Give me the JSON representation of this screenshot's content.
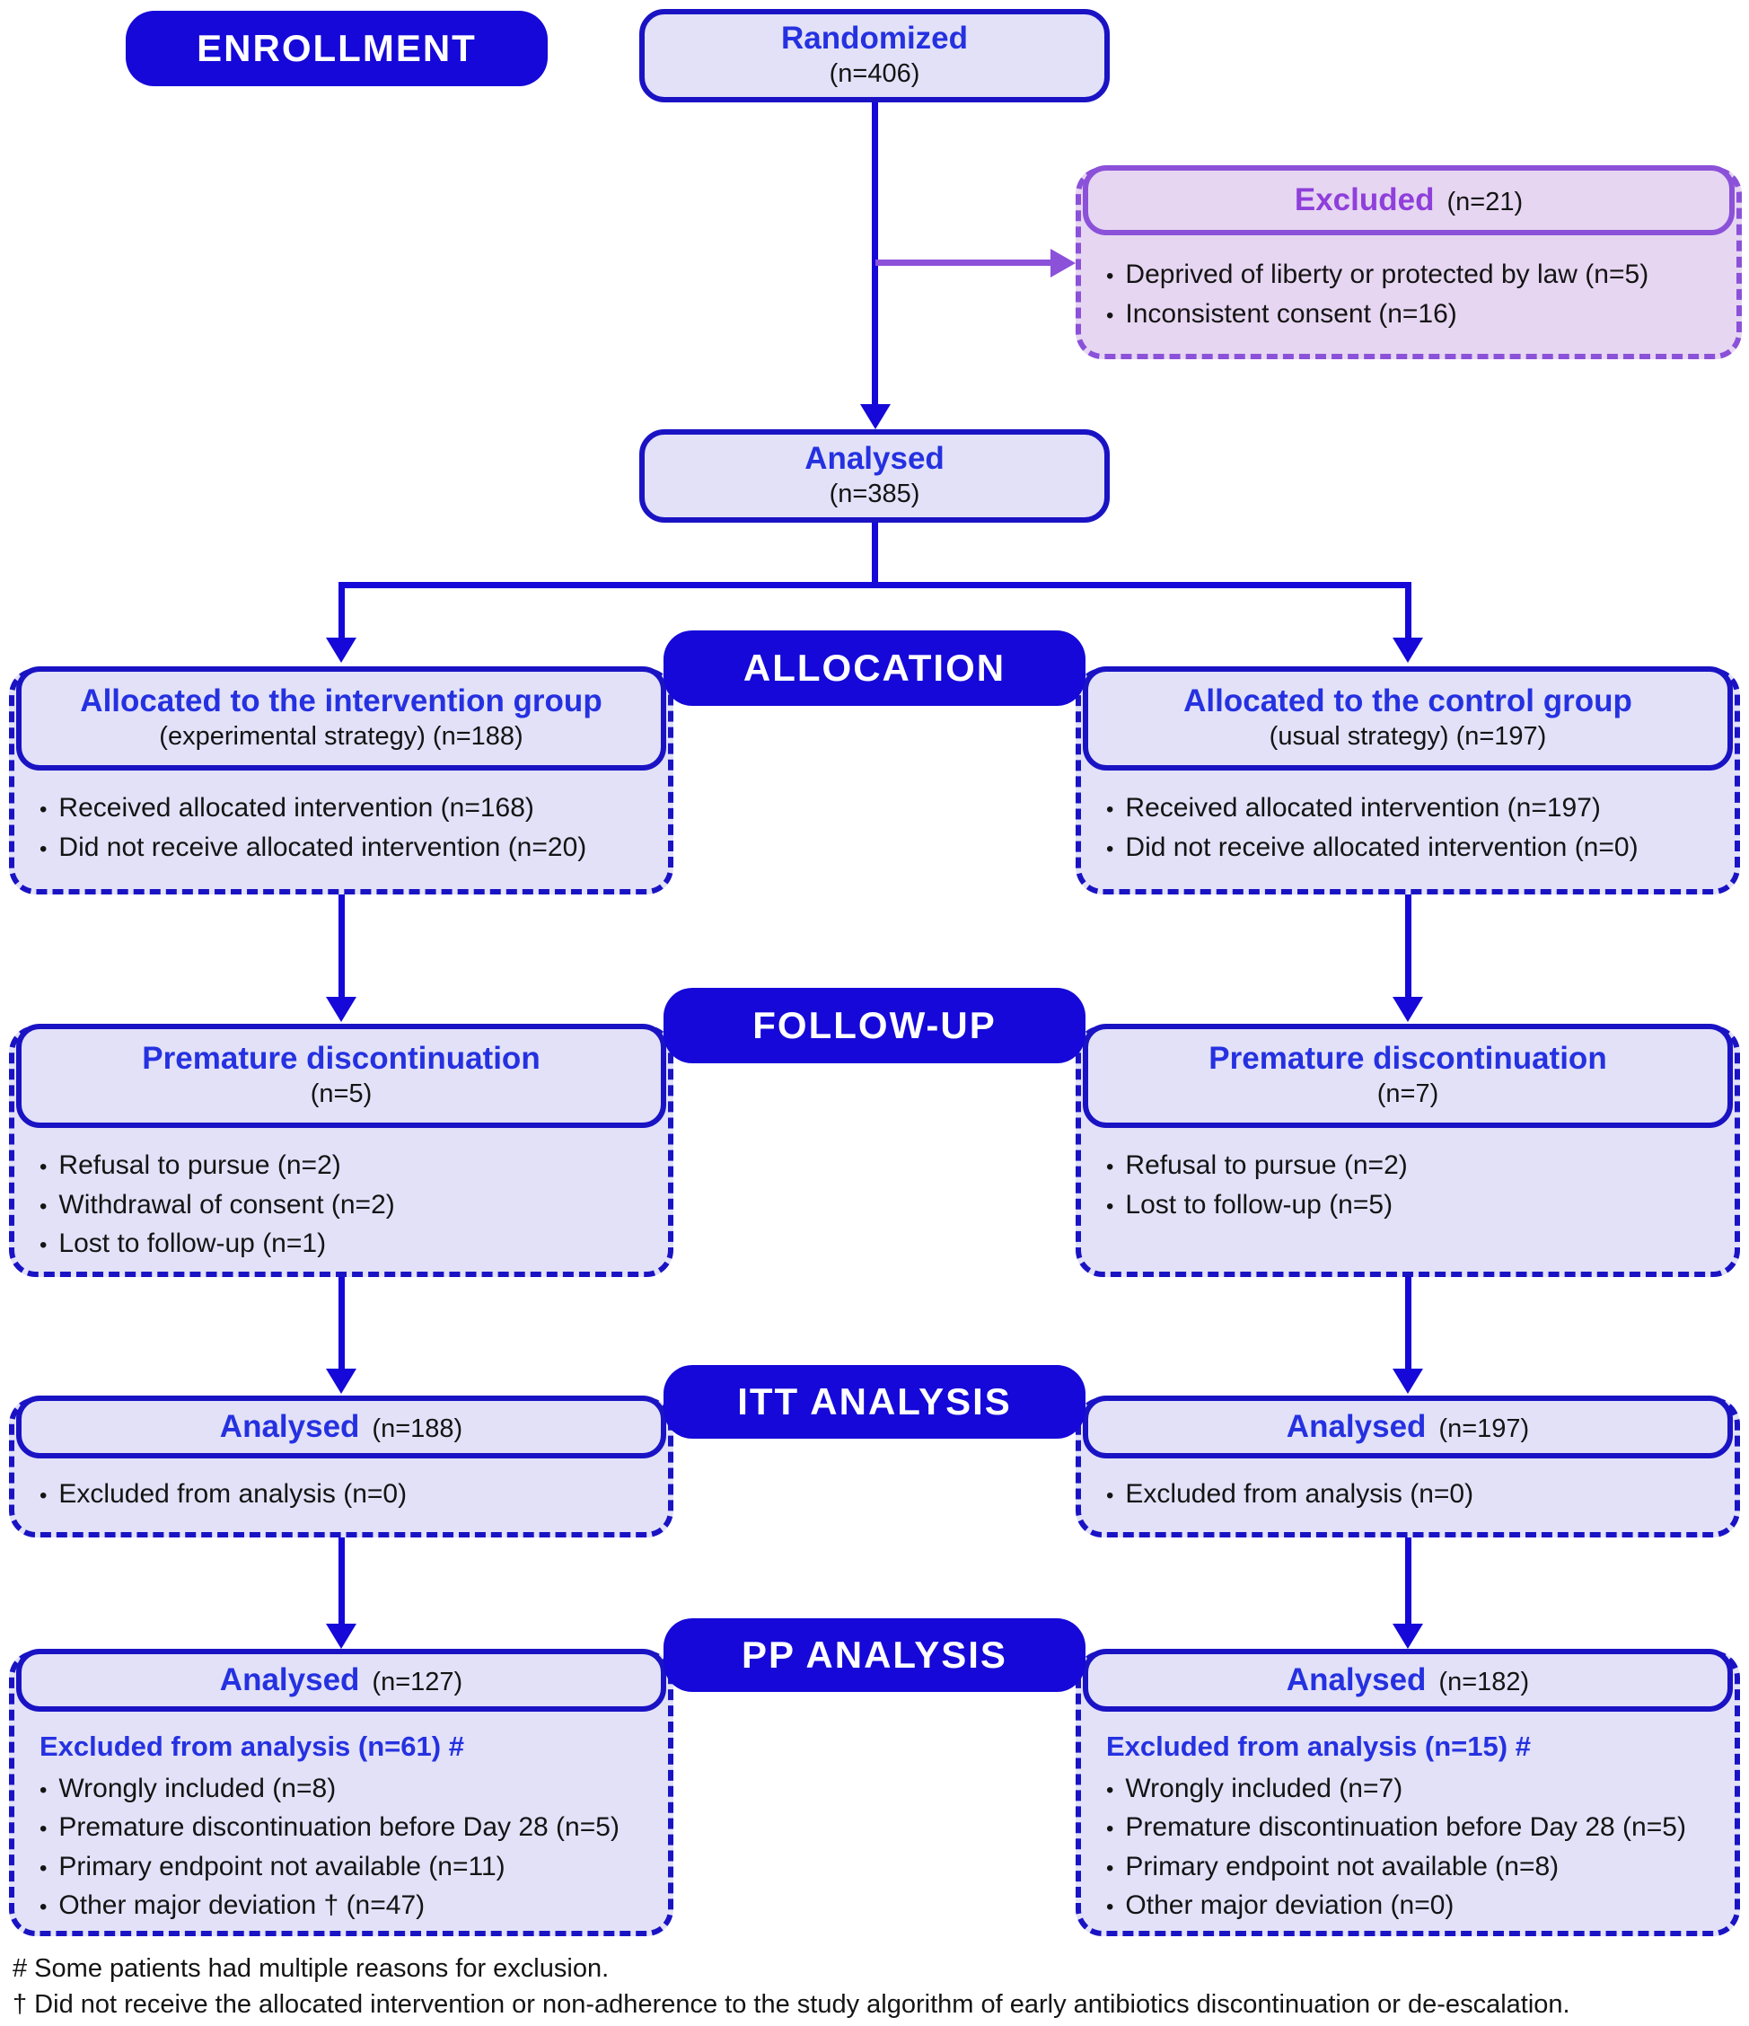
{
  "colors": {
    "primary_blue": "#1508d8",
    "heading_blue": "#2531e0",
    "border_blue": "#1a13c4",
    "lavender_fill": "#e2e1f8",
    "purple_border": "#8b51d9",
    "purple_fill": "#e6d6f1",
    "purple_heading": "#8f3fdb",
    "text_black": "#141414"
  },
  "stages": {
    "enrollment": "ENROLLMENT",
    "allocation": "ALLOCATION",
    "followup": "FOLLOW-UP",
    "itt": "ITT ANALYSIS",
    "pp": "PP ANALYSIS"
  },
  "boxes": {
    "randomized": {
      "title": "Randomized",
      "n": "(n=406)"
    },
    "excluded": {
      "title": "Excluded",
      "n": "(n=21)",
      "bullets": [
        "Deprived of liberty or protected by law (n=5)",
        "Inconsistent consent (n=16)"
      ]
    },
    "analysed": {
      "title": "Analysed",
      "n": "(n=385)"
    },
    "alloc_left": {
      "title": "Allocated to the intervention group",
      "subtitle": "(experimental strategy) (n=188)",
      "bullets": [
        "Received allocated intervention (n=168)",
        "Did not receive allocated intervention (n=20)"
      ]
    },
    "alloc_right": {
      "title": "Allocated to the control group",
      "subtitle": "(usual strategy) (n=197)",
      "bullets": [
        "Received allocated intervention (n=197)",
        "Did not receive allocated intervention (n=0)"
      ]
    },
    "followup_left": {
      "title": "Premature discontinuation",
      "n": "(n=5)",
      "bullets": [
        "Refusal to pursue (n=2)",
        "Withdrawal of consent (n=2)",
        "Lost to follow-up (n=1)"
      ]
    },
    "followup_right": {
      "title": "Premature discontinuation",
      "n": "(n=7)",
      "bullets": [
        "Refusal to pursue (n=2)",
        "Lost to follow-up (n=5)"
      ]
    },
    "itt_left": {
      "title": "Analysed",
      "n": "(n=188)",
      "bullets": [
        "Excluded from analysis (n=0)"
      ]
    },
    "itt_right": {
      "title": "Analysed",
      "n": "(n=197)",
      "bullets": [
        "Excluded from analysis (n=0)"
      ]
    },
    "pp_left": {
      "title": "Analysed",
      "n": "(n=127)",
      "lead": "Excluded from analysis (n=61) #",
      "bullets": [
        "Wrongly included (n=8)",
        "Premature discontinuation before Day 28 (n=5)",
        "Primary endpoint not available (n=11)",
        "Other major deviation † (n=47)"
      ]
    },
    "pp_right": {
      "title": "Analysed",
      "n": "(n=182)",
      "lead": "Excluded from analysis (n=15) #",
      "bullets": [
        "Wrongly included (n=7)",
        "Premature discontinuation before Day 28 (n=5)",
        "Primary endpoint not available (n=8)",
        "Other major deviation (n=0)"
      ]
    }
  },
  "footnotes": [
    "# Some patients had multiple reasons for exclusion.",
    "† Did not receive the allocated intervention or non-adherence to the study algorithm of early antibiotics discontinuation or de-escalation."
  ]
}
